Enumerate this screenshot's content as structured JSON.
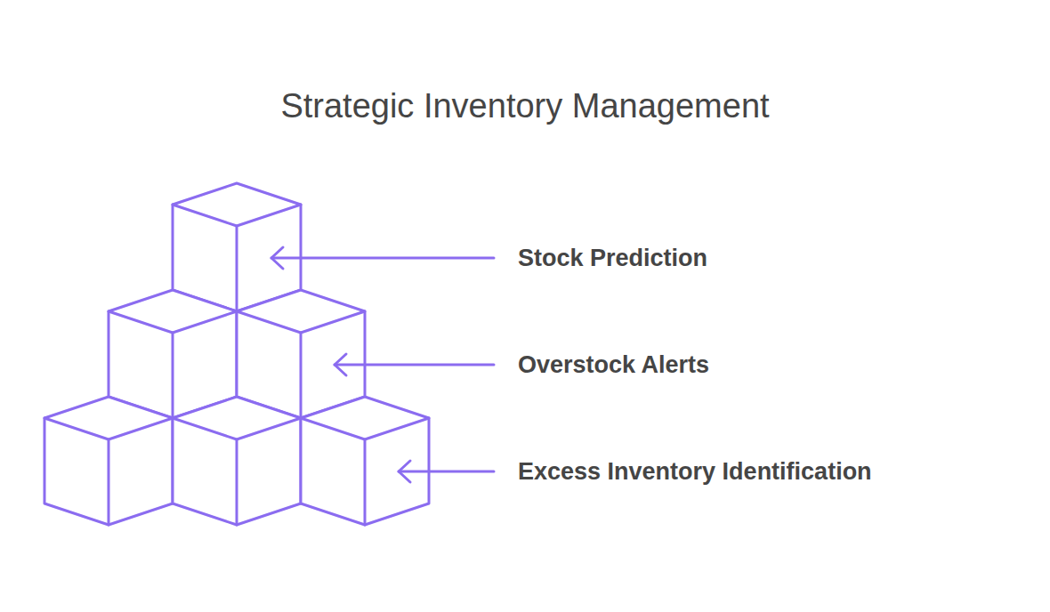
{
  "diagram": {
    "title": "Strategic Inventory Management",
    "labels": [
      "Stock Prediction",
      "Overstock Alerts",
      "Excess Inventory Identification"
    ]
  }
}
